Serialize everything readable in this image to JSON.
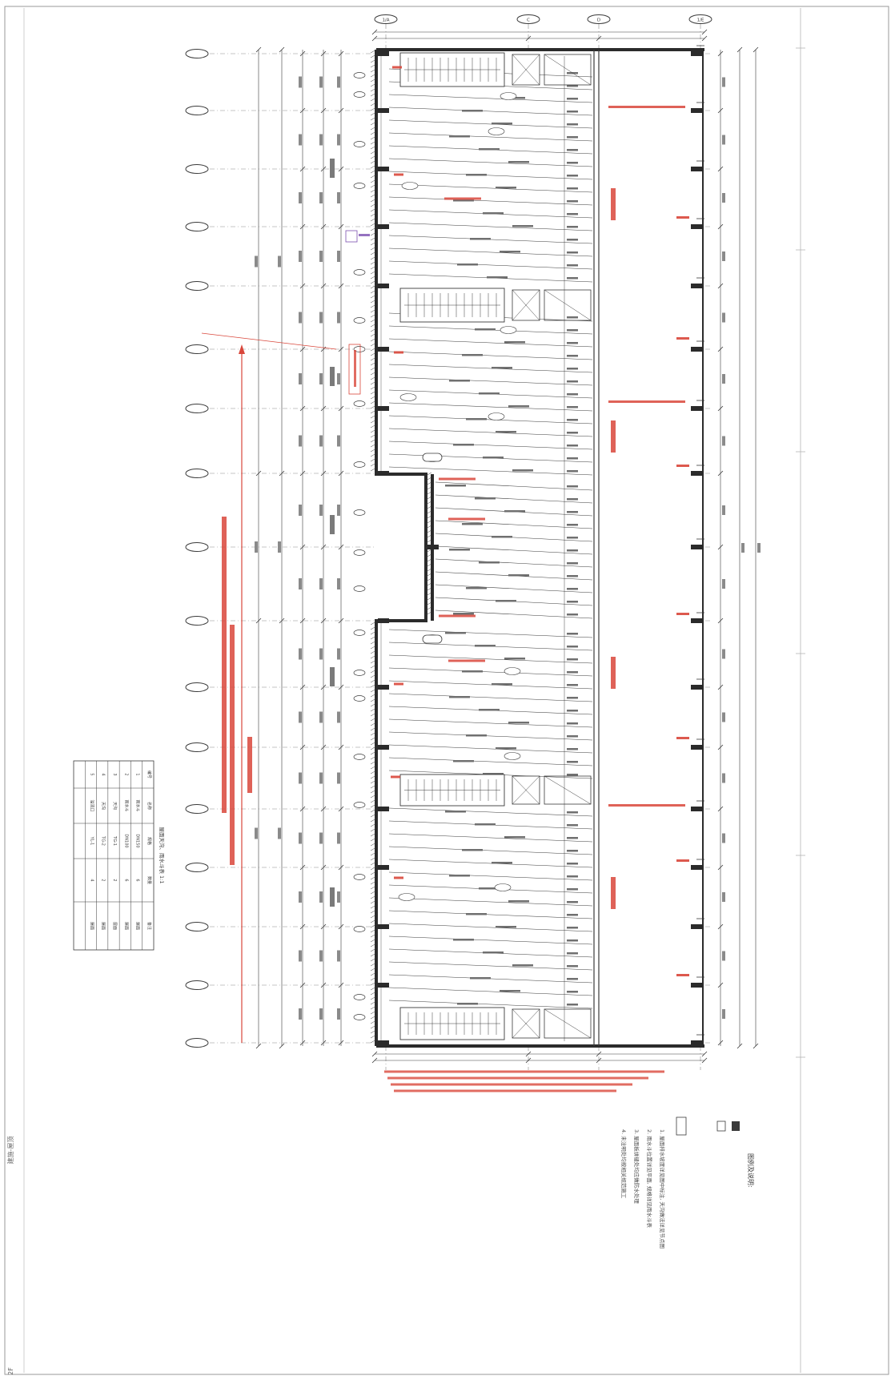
{
  "sheet": {
    "left_margin_label": "建施-屋顶",
    "bottom_left_label": "2F"
  },
  "grid": {
    "count": 17,
    "top_axes": [
      "1/A",
      "C",
      "D",
      "1/E"
    ]
  },
  "schedule": {
    "title": "屋面天沟、雨水斗表 1:1",
    "headers": [
      "编号",
      "名称",
      "规格",
      "数量",
      "备注"
    ],
    "rows": [
      [
        "1",
        "雨水斗",
        "DN150",
        "6",
        "屋面"
      ],
      [
        "2",
        "雨水斗",
        "DN100",
        "6",
        "屋面"
      ],
      [
        "3",
        "天沟",
        "TG-1",
        "2",
        "屋面"
      ],
      [
        "4",
        "天沟",
        "TG-2",
        "2",
        "屋面"
      ],
      [
        "5",
        "溢流口",
        "YL-1",
        "4",
        "屋面"
      ]
    ]
  },
  "notes": {
    "legend_title": "图例及说明:",
    "lines": [
      "1. 屋面排水坡度详见图中标注, 天沟做法详见节点图",
      "2. 雨水斗位置详见平面, 规格详见雨水斗表",
      "3. 屋面板拼缝处均应做防水处理",
      "4. 未注明处均按相关规范施工"
    ]
  },
  "colors": {
    "line": "#3a3a3a",
    "light": "#8a8a8a",
    "wall": "#2b2b2b",
    "red": "#d9473b",
    "purple": "#7a4fb0",
    "paper": "#ffffff"
  }
}
